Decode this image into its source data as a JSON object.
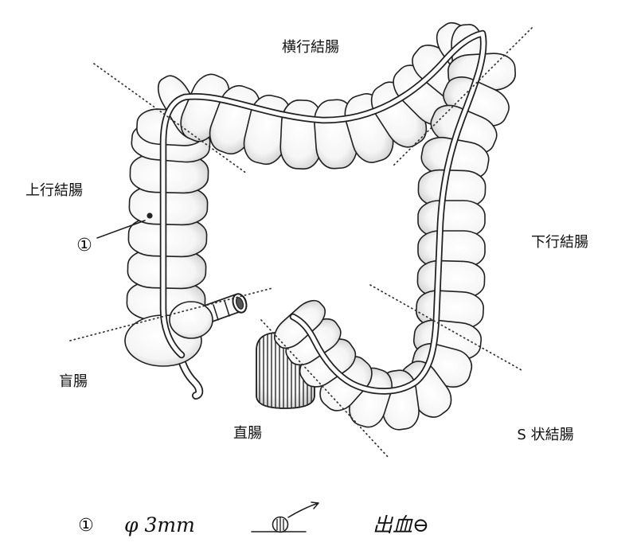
{
  "labels": {
    "transverse": "横行結腸",
    "ascending": "上行結腸",
    "descending": "下行結腸",
    "cecum": "盲腸",
    "rectum": "直腸",
    "sigmoid": "S 状結腸"
  },
  "finding_marker": "①",
  "legend": {
    "marker": "①",
    "size": "φ 3mm",
    "bleeding": "出血⊖"
  },
  "colors": {
    "ink": "#1f1f1f",
    "paper": "#ffffff"
  }
}
